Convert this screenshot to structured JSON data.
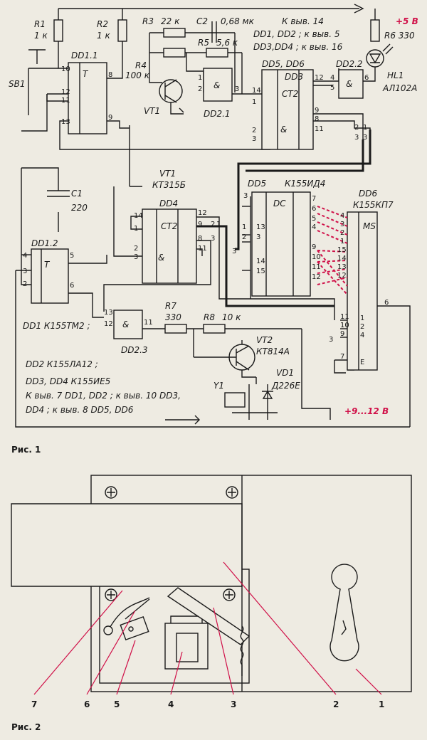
{
  "fig1": {
    "caption": "Рис. 1",
    "power_5v": "+5 В",
    "power_9_12v": "+9...12 В",
    "note_pin14": "К выв. 14",
    "note_dd12_pin5": "DD1, DD2 ; к выв. 5",
    "note_dd34_pin16": "DD3,DD4 ; к выв. 16",
    "note_dd56": "DD5, DD6",
    "components": {
      "R1": "R1",
      "R1_val": "1 к",
      "R2": "R2",
      "R2_val": "1 к",
      "R3": "R3",
      "R3_val": "22 к",
      "C2": "C2",
      "C2_val": "0,68 мк",
      "R5": "R5",
      "R5_val": "5,6 к",
      "R4": "R4",
      "R4_val": "100 к",
      "R6": "R6 330",
      "HL1": "HL1",
      "HL1_val": "АЛ102А",
      "SB1": "SB1",
      "VT1": "VT1",
      "VT1_note": "VT1",
      "VT1_type": "КТ315Б",
      "C1": "C1",
      "C1_val": "220",
      "R7": "R7",
      "R7_val": "330",
      "R8": "R8",
      "R8_val": "10 к",
      "VT2": "VT2",
      "VT2_val": "КТ814А",
      "Y1": "Y1",
      "VD1": "VD1",
      "VD1_val": "Д226Е"
    },
    "chips": {
      "DD1_1": "DD1.1",
      "DD1_2": "DD1.2",
      "DD2_1": "DD2.1",
      "DD2_2": "DD2.2",
      "DD2_3": "DD2.3",
      "DD3": "DD3",
      "DD4": "DD4",
      "DD5": "DD5",
      "DD5_type": "К155ИД4",
      "DD6": "DD6",
      "DD6_type": "К155КП7",
      "T": "T",
      "CT2": "CT2",
      "DC": "DC",
      "MS": "MS",
      "AND": "&"
    },
    "legend": {
      "line1": "DD1   К155ТМ2 ;",
      "line2": "DD2   К155ЛА12 ;",
      "line3": "DD3, DD4   К155ИЕ5",
      "line4": "К выв. 7 DD1, DD2 ; к выв. 10 DD3,",
      "line5": "DD4 ; к выв. 8 DD5, DD6"
    }
  },
  "fig2": {
    "caption": "Рис. 2",
    "callouts": [
      "7",
      "6",
      "5",
      "4",
      "3",
      "2",
      "1"
    ]
  },
  "colors": {
    "accent": "#d01048",
    "ink": "#1a1a1a",
    "paper": "#eeebe2"
  }
}
